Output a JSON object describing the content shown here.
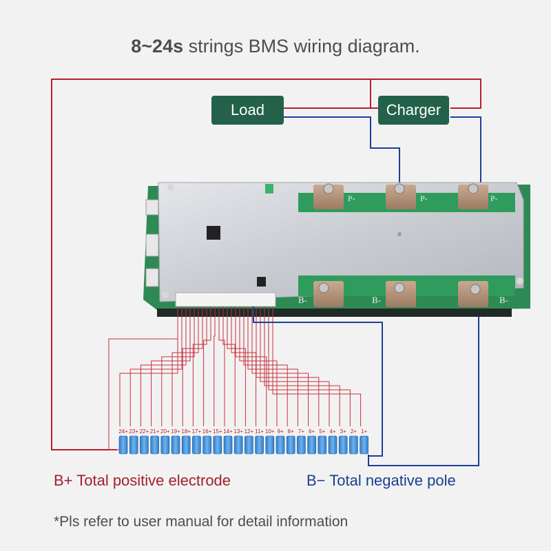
{
  "title": {
    "bold": "8~24s",
    "rest": "strings BMS wiring diagram."
  },
  "load_label": "Load",
  "charger_label": "Charger",
  "board": {
    "top_terminal_label": "P-",
    "bottom_terminal_label": "B-"
  },
  "cells": {
    "labels": [
      "24+",
      "23+",
      "22+",
      "21+",
      "20+",
      "19+",
      "18+",
      "17+",
      "16+",
      "15+",
      "14+",
      "13+",
      "12+",
      "11+",
      "10+",
      "9+",
      "8+",
      "7+",
      "6+",
      "5+",
      "4+",
      "3+",
      "2+",
      "1+"
    ]
  },
  "legend": {
    "positive": "B+ Total positive electrode",
    "negative": "B− Total negative pole"
  },
  "note": "*Pls refer to user manual for detail information",
  "colors": {
    "red_wire": "#b3202b",
    "blue_wire": "#1c3f96",
    "pcb_green": "#2d8a55",
    "box_green": "#23614a"
  }
}
